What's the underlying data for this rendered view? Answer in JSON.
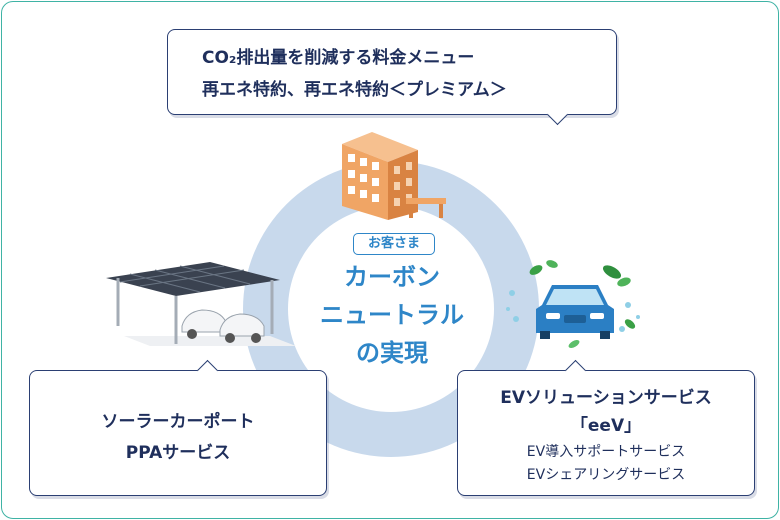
{
  "top_service": {
    "line1": "CO₂排出量を削減する料金メニュー",
    "line2": "再エネ特約、再エネ特約＜プレミアム＞"
  },
  "center": {
    "badge": "お客さま",
    "title_lines": [
      "カーボン",
      "ニュートラル",
      "の実現"
    ]
  },
  "left_service": {
    "line1": "ソーラーカーポート",
    "line2": "PPAサービス"
  },
  "right_service": {
    "title": "EVソリューションサービス",
    "name": "「eeV」",
    "sub1": "EV導入サポートサービス",
    "sub2": "EVシェアリングサービス"
  },
  "colors": {
    "accent_blue": "#2e86c8",
    "ring": "#c8d9ec",
    "callout_border": "#2b3f73",
    "frame": "#3fb3a5",
    "building": "#f0a565"
  },
  "icons": [
    "building-icon",
    "solar-carport-icon",
    "ev-car-icon",
    "leaf-icon"
  ]
}
